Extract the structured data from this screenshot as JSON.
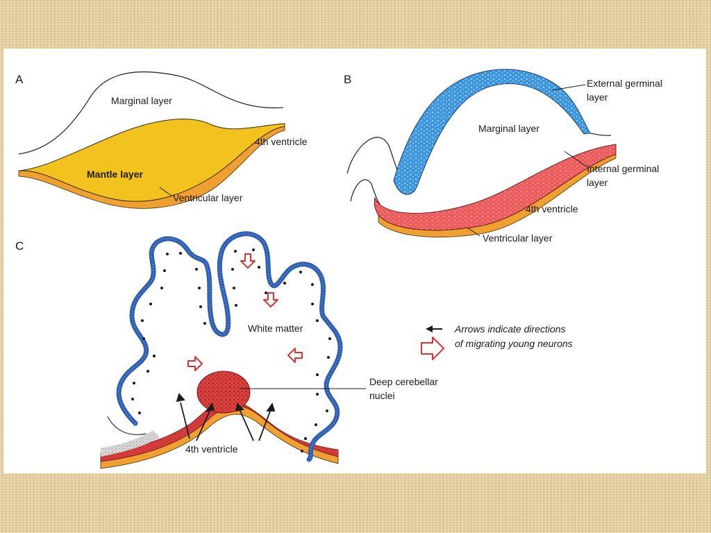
{
  "panels": {
    "a": {
      "letter": "A",
      "marginal": "Marginal layer",
      "mantle": "Mantle layer",
      "ventricle": "4th ventricle",
      "ventricular": "Ventricular layer"
    },
    "b": {
      "letter": "B",
      "external_1": "External germinal",
      "external_2": "layer",
      "marginal": "Marginal layer",
      "internal_1": "Internal germinal",
      "internal_2": "layer",
      "ventricle": "4th ventricle",
      "ventricular": "Ventricular layer"
    },
    "c": {
      "letter": "C",
      "white_matter": "White matter",
      "deep_1": "Deep cerebellar",
      "deep_2": "nuclei",
      "ventricle": "4th ventricle"
    }
  },
  "legend": {
    "line1": "Arrows indicate directions",
    "line2": "of migrating young neurons"
  },
  "colors": {
    "background": "#e8d3a0",
    "mantle": "#f2c21e",
    "ventricular": "#f0a030",
    "external_germinal": "#3d97de",
    "internal_germinal": "#ec5858",
    "cortex_blue": "#2f5fb0",
    "nuclei_red": "#d33a3a",
    "arrow_red": "#e03030"
  }
}
